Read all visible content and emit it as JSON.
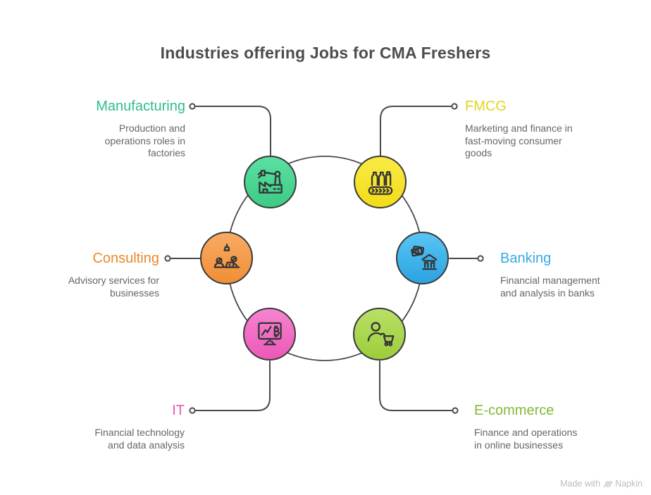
{
  "title": "Industries offering Jobs for CMA Freshers",
  "colors": {
    "title": "#4d4d4d",
    "description": "#666666",
    "line": "#4a4a4a",
    "circle_border": "#3a3a3a",
    "icon_stroke": "#343434",
    "watermark": "#b9bdc4"
  },
  "nodes": [
    {
      "id": "manufacturing",
      "label": "Manufacturing",
      "description": "Production and\noperations roles in\nfactories",
      "label_color": "#2fbc8a",
      "circle_top": "#5be0a2",
      "circle_bottom": "#3ccb85",
      "icon": "factory-icon",
      "side": "left"
    },
    {
      "id": "fmcg",
      "label": "FMCG",
      "description": "Marketing and finance in\nfast-moving consumer\ngoods",
      "label_color": "#e6d31e",
      "circle_top": "#f9ea45",
      "circle_bottom": "#f2dd18",
      "icon": "conveyor-bottles-icon",
      "side": "right"
    },
    {
      "id": "consulting",
      "label": "Consulting",
      "description": "Advisory services for\nbusinesses",
      "label_color": "#e8892d",
      "circle_top": "#f8ab63",
      "circle_bottom": "#f18e36",
      "icon": "advisors-desk-icon",
      "side": "left"
    },
    {
      "id": "banking",
      "label": "Banking",
      "description": "Financial management\nand analysis in banks",
      "label_color": "#38a9e1",
      "circle_top": "#5ac5f4",
      "circle_bottom": "#2aa3e1",
      "icon": "bank-money-icon",
      "side": "right"
    },
    {
      "id": "it",
      "label": "IT",
      "description": "Financial technology\nand data analysis",
      "label_color": "#e957b3",
      "circle_top": "#f584d0",
      "circle_bottom": "#ec58b7",
      "icon": "monitor-bitcoin-icon",
      "side": "left"
    },
    {
      "id": "ecommerce",
      "label": "E-commerce",
      "description": "Finance and operations\nin online businesses",
      "label_color": "#80ba38",
      "circle_top": "#b9e067",
      "circle_bottom": "#9ccd3c",
      "icon": "person-cart-icon",
      "side": "right"
    }
  ],
  "watermark": {
    "prefix": "Made with",
    "brand": "Napkin"
  }
}
